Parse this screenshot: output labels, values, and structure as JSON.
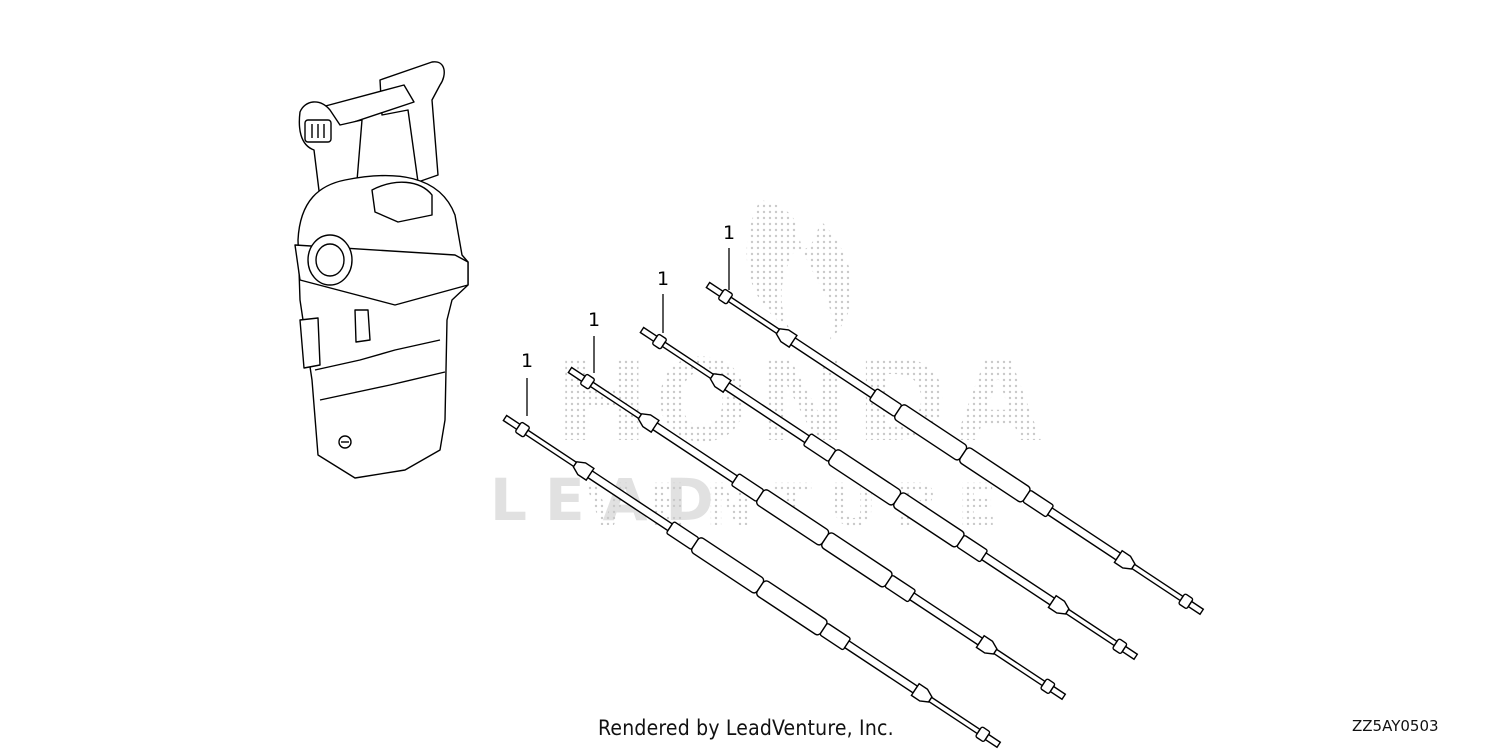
{
  "callouts": [
    "1",
    "1",
    "1",
    "1"
  ],
  "footer": {
    "credit": "Rendered by LeadVenture, Inc.",
    "code": "ZZ5AY0503"
  },
  "watermark": {
    "brand": "HONDA",
    "sub": "LEADVENTURE"
  },
  "colors": {
    "line": "#000000",
    "watermark": "#cfcfcf"
  }
}
